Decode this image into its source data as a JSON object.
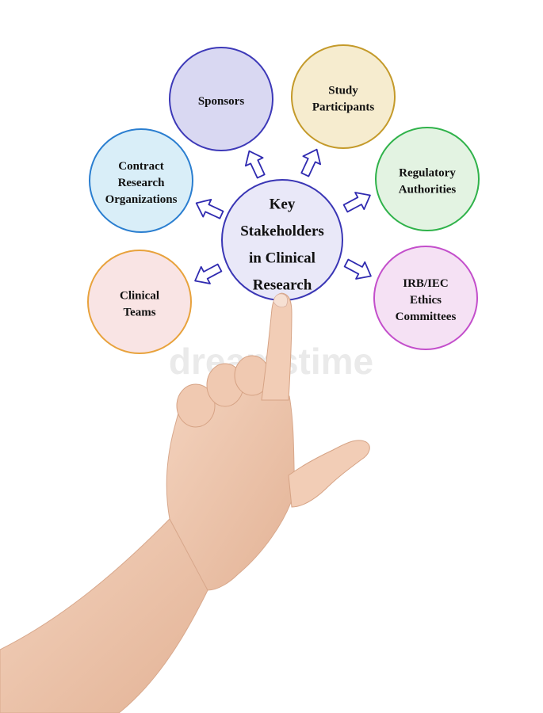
{
  "diagram": {
    "center": {
      "lines": [
        "Key",
        "Stakeholders",
        "in Clinical",
        "Research"
      ],
      "fill": "#e9e8f8",
      "stroke": "#3a36b5"
    },
    "nodes": [
      {
        "id": "sponsors",
        "lines": [
          "Sponsors"
        ],
        "fill": "#d9d8f2",
        "stroke": "#3d39b8"
      },
      {
        "id": "study-participants",
        "lines": [
          "Study",
          "Participants"
        ],
        "fill": "#f6eccf",
        "stroke": "#c49a2a"
      },
      {
        "id": "regulatory-authorities",
        "lines": [
          "Regulatory",
          "Authorities"
        ],
        "fill": "#e3f3e2",
        "stroke": "#2fb24a"
      },
      {
        "id": "irb-iec-ethics-committees",
        "lines": [
          "IRB/IEC",
          "Ethics",
          "Committees"
        ],
        "fill": "#f5e1f4",
        "stroke": "#c34ecb"
      },
      {
        "id": "clinical-teams",
        "lines": [
          "Clinical",
          "Teams"
        ],
        "fill": "#f9e4e4",
        "stroke": "#e8a23c"
      },
      {
        "id": "contract-research-organizations",
        "lines": [
          "Contract",
          "Research",
          "Organizations"
        ],
        "fill": "#d9eef8",
        "stroke": "#2a7ed0"
      }
    ],
    "arrow_color": "#2f2ab0"
  },
  "watermark": {
    "text": "dreamstime"
  }
}
